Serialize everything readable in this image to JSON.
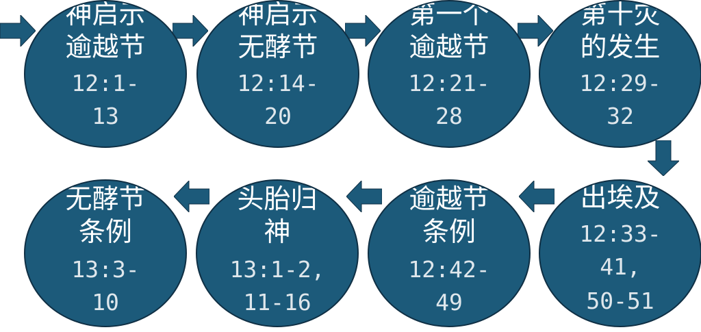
{
  "colors": {
    "node_fill": "#1c5a7a",
    "node_border": "#0f2f44",
    "arrow": "#1c5a7a",
    "text": "#ffffff"
  },
  "nodes": [
    {
      "title1": "神启示",
      "title2": "逾越节",
      "ref1": "12:1-",
      "ref2": "13"
    },
    {
      "title1": "神启示",
      "title2": "无酵节",
      "ref1": "12:14-",
      "ref2": "20"
    },
    {
      "title1": "第一个",
      "title2": "逾越节",
      "ref1": "12:21-",
      "ref2": "28"
    },
    {
      "title1": "第十灾",
      "title2": "的发生",
      "ref1": "12:29-",
      "ref2": "32"
    },
    {
      "title1": "出埃及",
      "ref1": "12:33-",
      "ref2": "41,",
      "ref3": "50-51"
    },
    {
      "title1": "逾越节",
      "title2": "条例",
      "ref1": "12:42-",
      "ref2": "49"
    },
    {
      "title1": "头胎归",
      "title2": "神",
      "ref1": "13:1-2,",
      "ref2": "11-16"
    },
    {
      "title1": "无酵节",
      "title2": "条例",
      "ref1": "13:3-",
      "ref2": "10"
    }
  ]
}
